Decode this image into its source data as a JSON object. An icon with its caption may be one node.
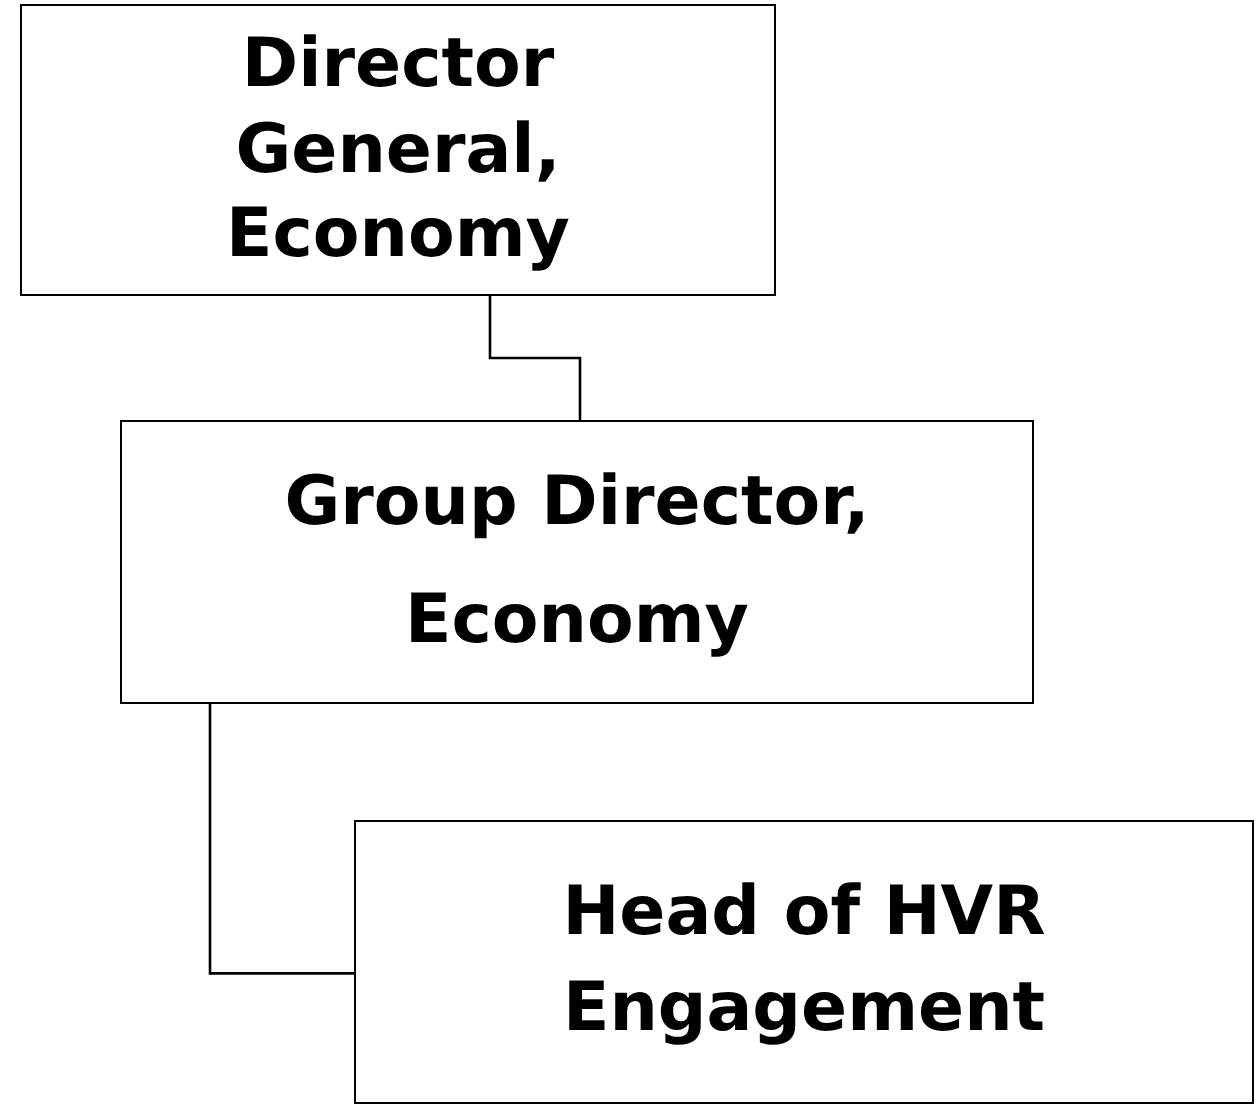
{
  "diagram": {
    "nodes": [
      {
        "text": [
          "Director General, Economy"
        ]
      },
      {
        "text": [
          "Group Director, Economy"
        ]
      },
      {
        "text": [
          "Head of HVR Engagement"
        ]
      }
    ],
    "edges": [
      {
        "from": 0,
        "to": 1,
        "arrow": "none"
      },
      {
        "from": 1,
        "to": 2,
        "arrow": "none"
      }
    ]
  }
}
